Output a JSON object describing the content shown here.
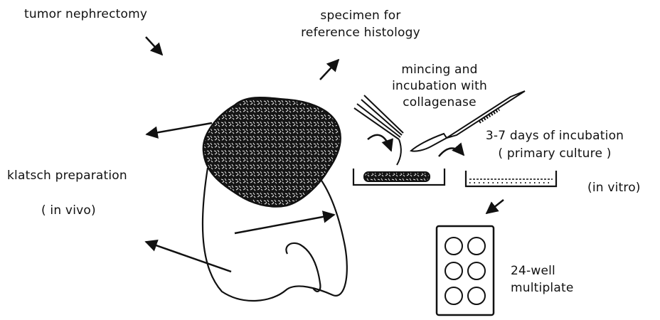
{
  "labels": {
    "tumor_nephrectomy": "tumor nephrectomy",
    "specimen_line1": "specimen for",
    "specimen_line2": "reference histology",
    "mincing_line1": "mincing and",
    "mincing_line2": "incubation with",
    "mincing_line3": "collagenase",
    "incubation_days": "3-7 days of incubation",
    "primary_culture": "( primary culture )",
    "in_vitro": "(in vitro)",
    "klatsch": "klatsch preparation",
    "in_vivo": "( in vivo)",
    "multiplate_line1": "24-well",
    "multiplate_line2": "multiplate"
  },
  "colors": {
    "ink": "#111111",
    "paper": "#ffffff"
  }
}
